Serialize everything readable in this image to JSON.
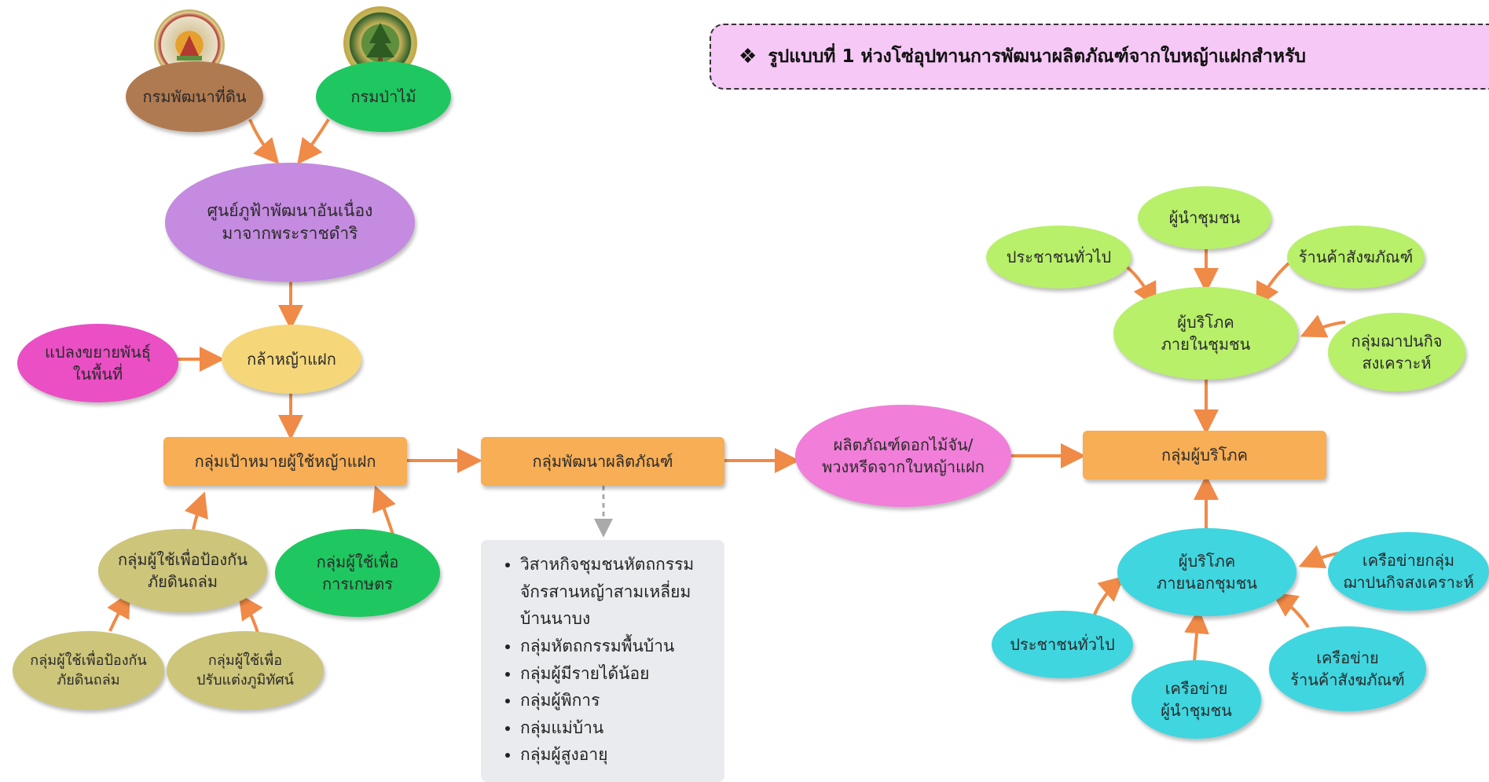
{
  "title": "รูปแบบที่ 1 ห่วงโซ่อุปทานการพัฒนาผลิตภัณฑ์จากใบหญ้าแฝกสำหรับ",
  "title_bullet": "❖",
  "nodes": {
    "dept_land": "กรมพัฒนาที่ดิน",
    "dept_forest": "กรมป่าไม้",
    "center": "ศูนย์ภูฟ้าพัฒนาอันเนื่อง\nมาจากพระราชดำริ",
    "nursery_plot": "แปลงขยายพันธุ์\nในพื้นที่",
    "seedling": "กล้าหญ้าแฝก",
    "target_group": "กลุ่มเป้าหมายผู้ใช้หญ้าแฝก",
    "landslide_group": "กลุ่มผู้ใช้เพื่อป้องกัน\nภัยดินถล่ม",
    "agri_group": "กลุ่มผู้ใช้เพื่อ\nการเกษตร",
    "landslide_sub": "กลุ่มผู้ใช้เพื่อป้องกัน\nภัยดินถล่ม",
    "landscape_sub": "กลุ่มผู้ใช้เพื่อ\nปรับแต่งภูมิทัศน์",
    "dev_group": "กลุ่มพัฒนาผลิตภัณฑ์",
    "product": "ผลิตภัณฑ์ดอกไม้จัน/\nพวงหรีดจากใบหญ้าแฝก",
    "consumer_group": "กลุ่มผู้บริโภค",
    "consumer_in": "ผู้บริโภค\nภายในชุมชน",
    "community_leader": "ผู้นำชุมชน",
    "public_in": "ประชาชนทั่วไป",
    "coop_shop": "ร้านค้าสังฆภัณฑ์",
    "charity_group": "กลุ่มฌาปนกิจ\nสงเคราะห์",
    "consumer_out": "ผู้บริโภค\nภายนอกชุมชน",
    "charity_network": "เครือข่ายกลุ่ม\nฌาปนกิจสงเคราะห์",
    "public_out": "ประชาชนทั่วไป",
    "leader_network": "เครือข่าย\nผู้นำชุมชน",
    "shop_network": "เครือข่าย\nร้านค้าสังฆภัณฑ์"
  },
  "dev_members": [
    "วิสาหกิจชุมชนหัตถกรรม\nจักรสานหญ้าสามเหลี่ยม\nบ้านนาบง",
    "กลุ่มหัตถกรรมพื้นบ้าน",
    "กลุ่มผู้มีรายได้น้อย",
    "กลุ่มผู้พิการ",
    "กลุ่มแม่บ้าน",
    "กลุ่มผู้สูงอายุ"
  ],
  "colors": {
    "brown": "#b07a50",
    "green": "#1fc760",
    "purple": "#c48be0",
    "magenta": "#ea4fc4",
    "yellow": "#f5d77a",
    "orange": "#f7ae55",
    "olive": "#cdc57a",
    "pink": "#f17ed9",
    "lightgreen": "#b8f06a",
    "cyan": "#3fd6e0",
    "arrow": "#f08a47"
  }
}
